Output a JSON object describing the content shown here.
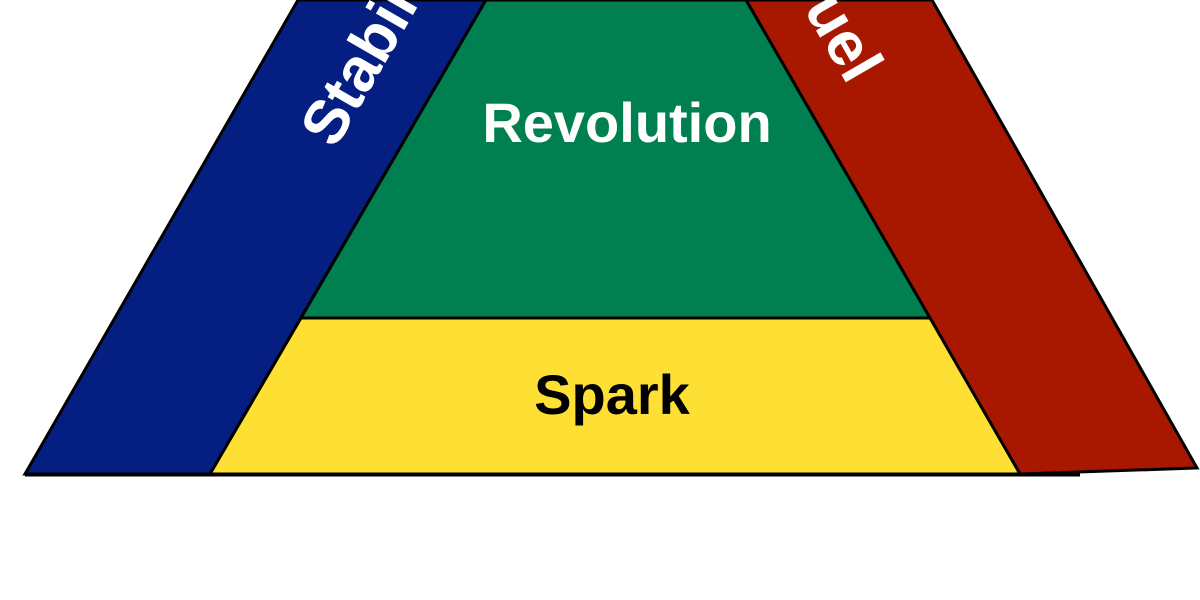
{
  "diagram": {
    "labels": {
      "left": "Stability",
      "center": "Revolution",
      "bottom": "Spark",
      "right": "Fuel"
    },
    "colors": {
      "left": "#041E82",
      "center": "#008050",
      "bottom": "#FDE033",
      "right": "#A81800",
      "outline": "#000000"
    }
  }
}
